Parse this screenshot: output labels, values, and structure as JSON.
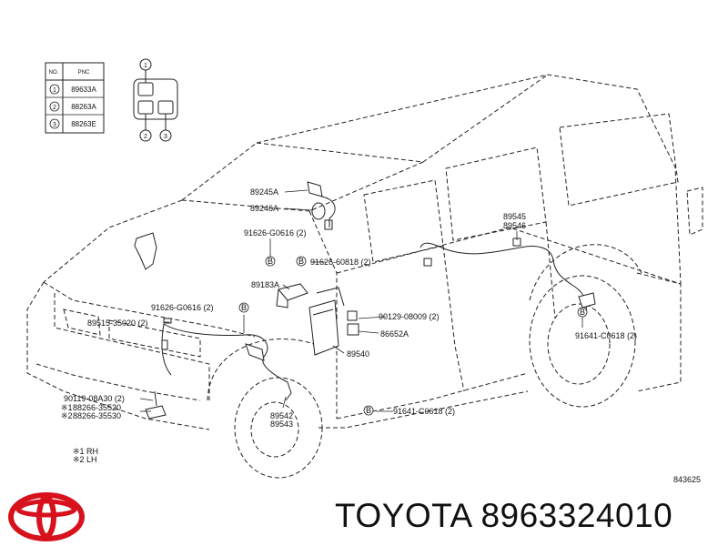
{
  "legend_table": {
    "headers": [
      "NO.",
      "PNC"
    ],
    "rows": [
      {
        "no": "1",
        "pnc": "89633A"
      },
      {
        "no": "2",
        "pnc": "88263A"
      },
      {
        "no": "3",
        "pnc": "88263E"
      }
    ]
  },
  "connector_diagram": {
    "labels": [
      "1",
      "2",
      "3"
    ]
  },
  "callouts": [
    "89245A",
    "89246A",
    "91626-G0616 (2)",
    "91626-60818 (2)",
    "89183A",
    "91626-G0616 (2)",
    "89515-35020 (2)",
    "90129-08009 (2)",
    "86652A",
    "89540",
    "90119-08A30 (2)",
    "88266-35520",
    "88266-35530",
    "89542",
    "89543",
    "91641-C0618 (2)",
    "89545",
    "89546",
    "91641-C0618 (2)"
  ],
  "bolt_marker": "B",
  "side_notes": {
    "m1": "※1",
    "m2": "※2",
    "n1": "※1 RH",
    "n2": "※2 LH"
  },
  "diagram_number": "843625",
  "brand_caption": "TOYOTA 8963324010",
  "colors": {
    "logo_red": "#d7121d",
    "line": "#222222"
  }
}
